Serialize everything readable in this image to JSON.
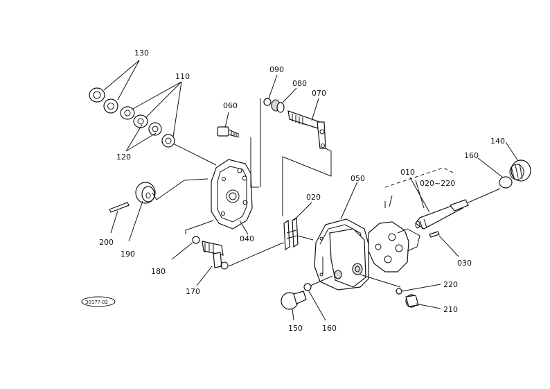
{
  "diagram": {
    "labels": {
      "p130": "130",
      "p110": "110",
      "p120": "120",
      "p060": "060",
      "p090": "090",
      "p080": "080",
      "p070": "070",
      "p140": "140",
      "p160a": "160",
      "p010": "010",
      "p020_220": "020~220",
      "p050": "050",
      "p020": "020",
      "p040": "040",
      "p200": "200",
      "p190": "190",
      "p180": "180",
      "p170": "170",
      "p030": "030",
      "p220": "220",
      "p210": "210",
      "p150": "150",
      "p160b": "160"
    },
    "figure_id": "3017?-02"
  }
}
